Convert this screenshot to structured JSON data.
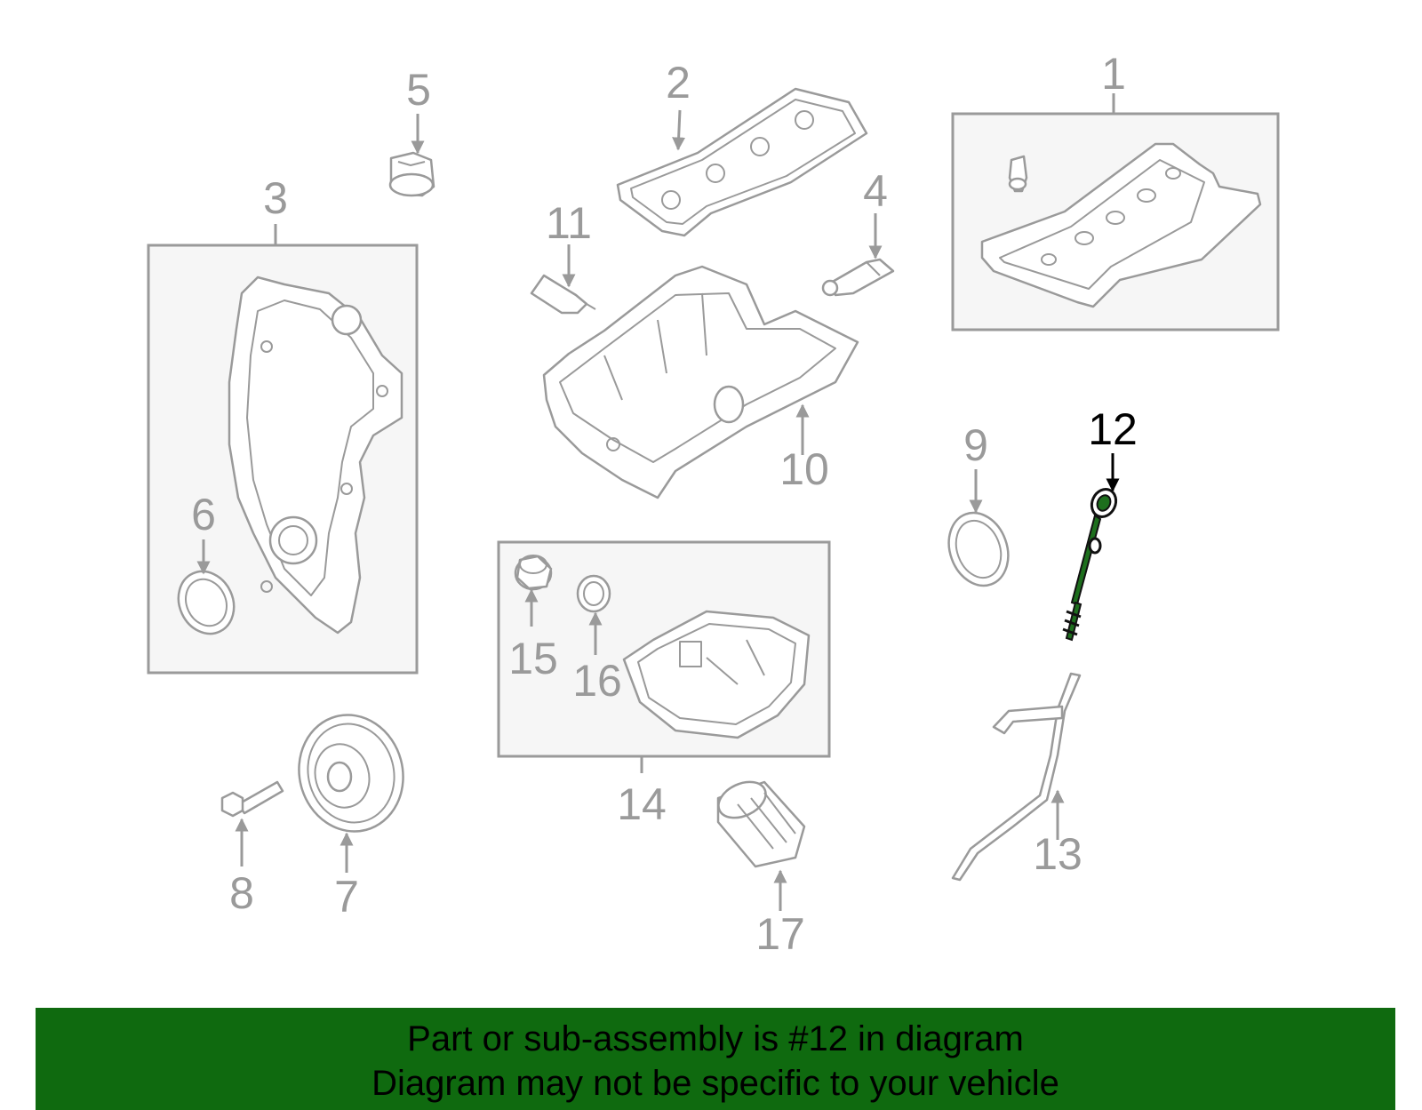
{
  "diagram": {
    "highlighted_part": "12",
    "callouts": [
      "1",
      "2",
      "3",
      "4",
      "5",
      "6",
      "7",
      "8",
      "9",
      "10",
      "11",
      "12",
      "13",
      "14",
      "15",
      "16",
      "17"
    ],
    "colors": {
      "part_line": "#9a9a9a",
      "highlight_line": "#000000",
      "banner": "#0f6a0f",
      "highlight_fill": "#1d6f1d"
    }
  },
  "banner": {
    "line1": "Part or sub-assembly is #12 in diagram",
    "line2": "Diagram may not be specific to your vehicle"
  }
}
